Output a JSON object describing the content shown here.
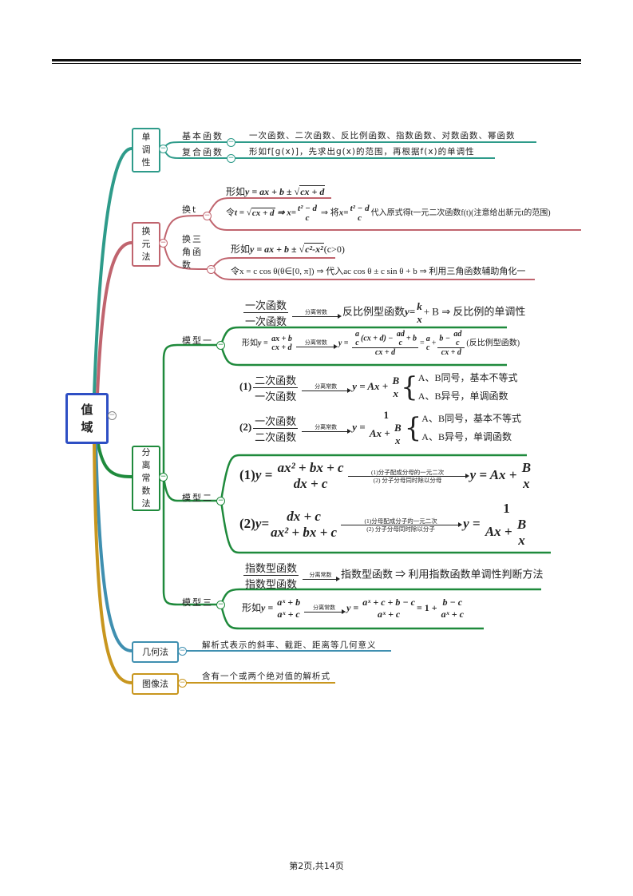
{
  "root": {
    "label_1": "值",
    "label_2": "域"
  },
  "colors": {
    "root": "#2e4fc4",
    "monotonic": "#2e9b8a",
    "substitution": "#c0646e",
    "separation": "#1f8a3c",
    "geometry": "#3f8fb0",
    "graph": "#c8961e"
  },
  "monotonic": {
    "label": [
      "单",
      "调",
      "性"
    ],
    "items": [
      {
        "label": "基本函数",
        "text": "一次函数、二次函数、反比例函数、指数函数、对数函数、幂函数"
      },
      {
        "label": "复合函数",
        "text": "形如f[g(x)]，先求出g(x)的范围，再根据f(x)的单调性"
      }
    ]
  },
  "substitution": {
    "label": [
      "换",
      "元",
      "法"
    ],
    "t": {
      "label": "换t",
      "form_prefix": "形如",
      "form_expr": "y = ax + b ± ",
      "form_sqrt": "cx + d",
      "step_p1": "令",
      "step_p2": "t = ",
      "step_sqrt": "cx + d",
      "step_p3": " ⇒ x=",
      "num": "t² − d",
      "den": "c",
      "step_p4": " ⇒ 将",
      "step_p5": "x=",
      "step_p6": "代入原式得t一元二次函数f(t)(注意给出新元t的范围)"
    },
    "trig": {
      "label": [
        "换三",
        "角函",
        "数"
      ],
      "form_prefix": "形如",
      "form_expr": "y = ax + b ± ",
      "form_sqrt": "c²-x²",
      "form_cond": "(c>0)",
      "step": "令x = c cos θ(θ∈[0, π]) ⇒ 代入ac cos θ ± c sin θ + b ⇒ 利用三角函数辅助角化一"
    }
  },
  "separation": {
    "label": [
      "分",
      "离",
      "常",
      "数",
      "法"
    ],
    "arrow_label": "分离常数",
    "model1": {
      "label": "模型一",
      "top_num": "一次函数",
      "top_den": "一次函数",
      "top_mid": "反比例型函数",
      "top_y": "y=",
      "top_k": "k",
      "top_x": "x",
      "top_tail": "+ B ⇒ 反比例的单调性",
      "form_prefix": "形如",
      "form_y": "y = ",
      "f_num": "ax + b",
      "f_den": "cx + d",
      "r_y": "y = ",
      "r_num_a": "a",
      "r_num_c": "c",
      "r_num_mid": "(cx + d) − ",
      "r_num_ad": "ad",
      "r_num_c2": "c",
      "r_num_tail": "+ b",
      "r_den": "cx + d",
      "eq": "=",
      "a": "a",
      "c": "c",
      "plus": "+",
      "b_minus": "b − ",
      "ad": "ad",
      "c2": "c",
      "den2": "cx + d",
      "tail": "(反比例型函数)",
      "case1": {
        "idx": "(1)",
        "num": "二次函数",
        "den": "一次函数",
        "res_y": "y = Ax + ",
        "B": "B",
        "x": "x",
        "c1": "A、B同号，基本不等式",
        "c2": "A、B异号，单调函数"
      },
      "case2": {
        "idx": "(2)",
        "num": "一次函数",
        "den": "二次函数",
        "res_y": "y = ",
        "one": "1",
        "Ax": "Ax + ",
        "B": "B",
        "x": "x",
        "c1": "A、B同号，基本不等式",
        "c2": "A、B异号，单调函数"
      }
    },
    "model2": {
      "label": "模型二",
      "case1": {
        "idx": "(1)",
        "y": "y = ",
        "num": "ax² + bx + c",
        "den": "dx + c",
        "a1": "(1)分子配成分母的一元二次",
        "a2": "(2) 分子分母同时除以分母",
        "res": "y = Ax + ",
        "B": "B",
        "x": "x"
      },
      "case2": {
        "idx": "(2)",
        "y": "y=",
        "num": "dx + c",
        "den": "ax² + bx + c",
        "a1": "(1)分母配成分子的一元二次",
        "a2": "(2) 分子分母同时除以分子",
        "res": "y = ",
        "one": "1",
        "Ax": "Ax + ",
        "B": "B",
        "x": "x"
      }
    },
    "model3": {
      "label": "模型三",
      "top_num": "指数型函数",
      "top_den": "指数型函数",
      "top_tail": "指数型函数 ⇒ 利用指数函数单调性判断方法",
      "form_prefix": "形如",
      "y": "y = ",
      "num": "aˣ + b",
      "den": "aˣ + c",
      "r_num": "aˣ + c + b − c",
      "r_den": "aˣ + c",
      "eq": "= 1 + ",
      "t_num": "b − c",
      "t_den": "aˣ + c"
    }
  },
  "geometry": {
    "label": "几何法",
    "text": "解析式表示的斜率、截距、距离等几何意义"
  },
  "graph": {
    "label": "图像法",
    "text": "含有一个或两个绝对值的解析式"
  },
  "collapse_symbol": "−",
  "footer": "第2页,共14页"
}
